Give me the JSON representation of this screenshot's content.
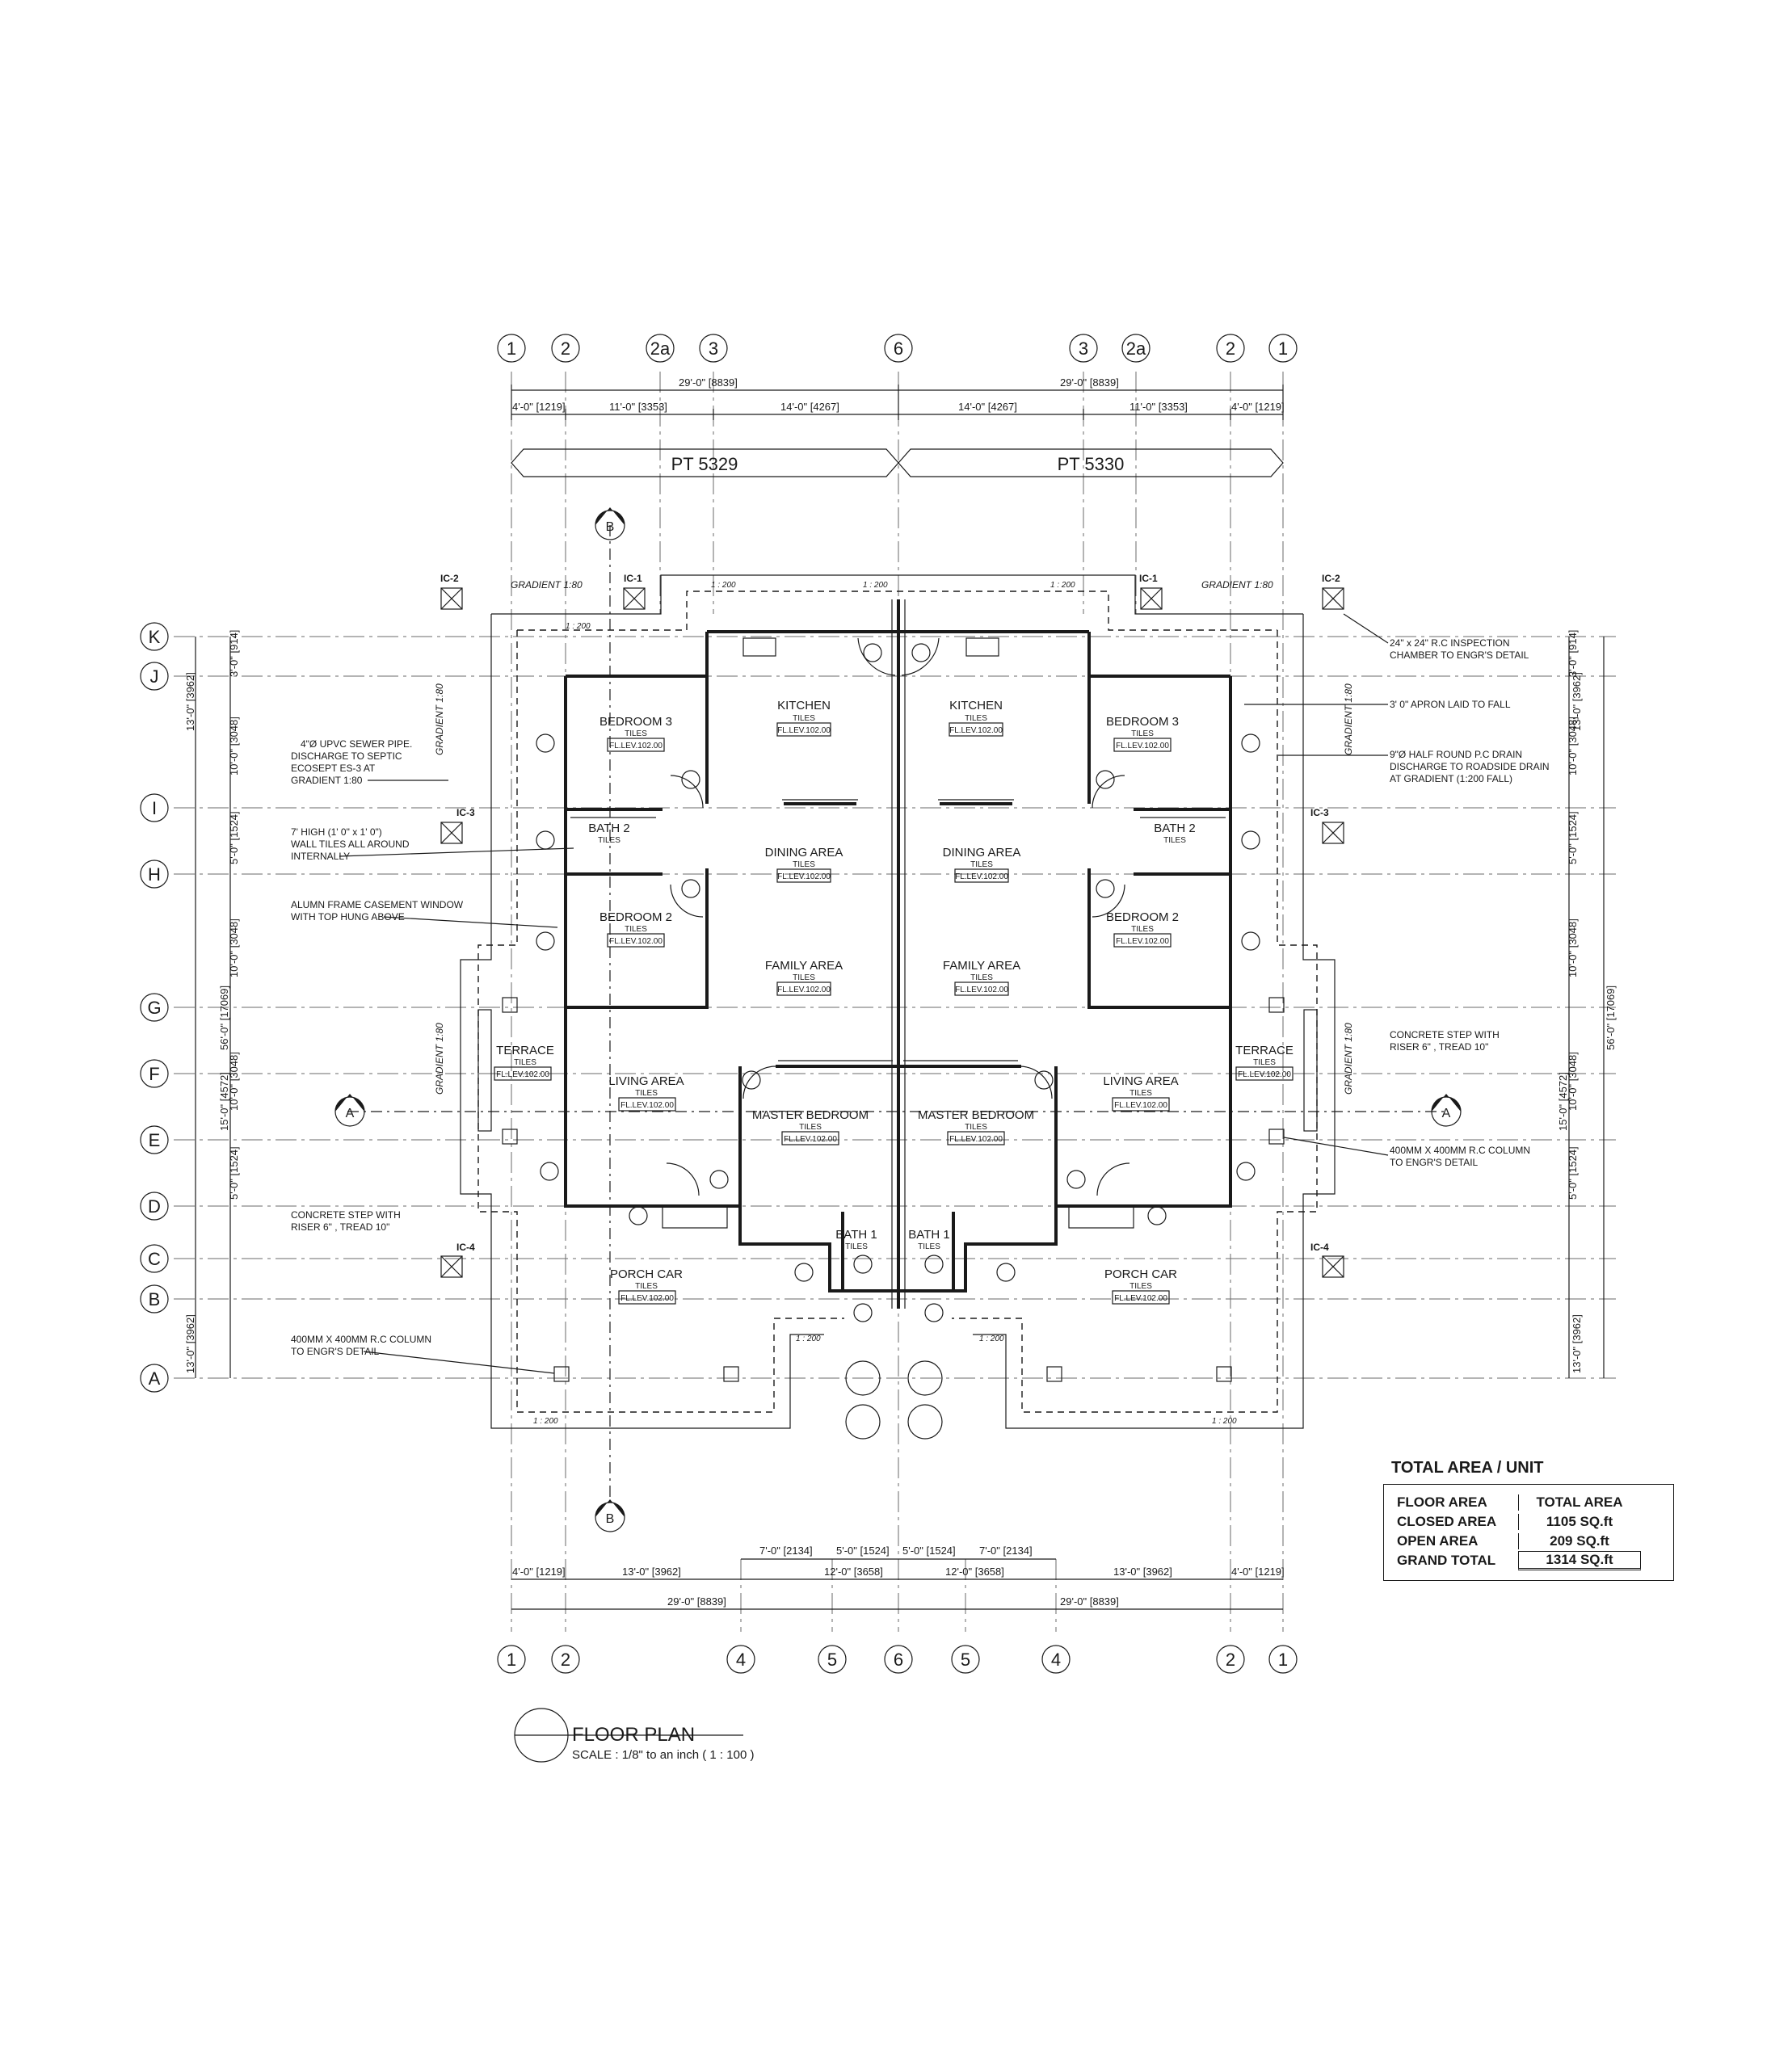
{
  "plan": {
    "title": "FLOOR PLAN",
    "scale": "SCALE : 1/8\" to an inch ( 1 : 100 )"
  },
  "lots": {
    "left": "PT 5329",
    "right": "PT 5330"
  },
  "grid": {
    "top_columns": [
      "1",
      "2",
      "2a",
      "3",
      "6",
      "3",
      "2a",
      "2",
      "1"
    ],
    "bottom_columns": [
      "1",
      "2",
      "4",
      "5",
      "6",
      "5",
      "4",
      "2",
      "1"
    ],
    "rows": [
      "K",
      "J",
      "I",
      "H",
      "G",
      "F",
      "E",
      "D",
      "C",
      "B",
      "A"
    ],
    "section_markers": [
      "A",
      "A",
      "B",
      "B"
    ]
  },
  "dimensions": {
    "top_overall": [
      "29'-0\" [8839]",
      "29'-0\" [8839]"
    ],
    "top_segments": [
      "4'-0\" [1219]",
      "11'-0\" [3353]",
      "14'-0\" [4267]",
      "14'-0\" [4267]",
      "11'-0\" [3353]",
      "4'-0\" [1219]"
    ],
    "bottom_upper": [
      "7'-0\" [2134]",
      "5'-0\" [1524]",
      "5'-0\" [1524]",
      "7'-0\" [2134]"
    ],
    "bottom_segments": [
      "4'-0\" [1219]",
      "13'-0\" [3962]",
      "12'-0\" [3658]",
      "12'-0\" [3658]",
      "13'-0\" [3962]",
      "4'-0\" [1219]"
    ],
    "bottom_overall": [
      "29'-0\" [8839]",
      "29'-0\" [8839]"
    ],
    "left_outer": [
      "13'-0\" [3962]",
      "56'-0\" [17069]",
      "13'-0\" [3962]"
    ],
    "left_inner": [
      "3'-0\" [914]",
      "10'-0\" [3048]",
      "5'-0\" [1524]",
      "10'-0\" [3048]",
      "15'-0\" [4572]",
      "10'-0\" [3048]",
      "5'-0\" [1524]"
    ],
    "right_outer": [
      "13'-0\" [3962]",
      "56'-0\" [17069]",
      "13'-0\" [3962]"
    ],
    "right_inner": [
      "3'-0\" [914]",
      "10'-0\" [3048]",
      "5'-0\" [1524]",
      "10'-0\" [3048]",
      "15'-0\" [4572]",
      "10'-0\" [3048]",
      "5'-0\" [1524]"
    ]
  },
  "rooms": {
    "kitchen": "KITCHEN",
    "bedroom3": "BEDROOM 3",
    "bath2": "BATH 2",
    "dining": "DINING AREA",
    "bedroom2": "BEDROOM 2",
    "family": "FAMILY AREA",
    "terrace": "TERRACE",
    "living": "LIVING AREA",
    "master": "MASTER BEDROOM",
    "bath1": "BATH 1",
    "porch": "PORCH CAR",
    "tiles": "TILES",
    "level": "FL.LEV.102.00"
  },
  "chambers": [
    "IC-1",
    "IC-2",
    "IC-3",
    "IC-4"
  ],
  "gradients": [
    "GRADIENT 1:80",
    "GRADIENT 1:80",
    "GRADIENT 1:80",
    "GRADIENT 1:80",
    "GRADIENT 1:80",
    "GRADIENT 1:80"
  ],
  "drain_labels": [
    "1 : 200",
    "1 : 200",
    "1 : 200",
    "1 : 200",
    "1 : 200",
    "1 : 200",
    "1 : 200",
    "1 : 200"
  ],
  "notes": {
    "sewer": [
      "4\"Ø UPVC SEWER PIPE.",
      "DISCHARGE TO SEPTIC",
      "ECOSEPT ES-3 AT",
      "GRADIENT 1:80"
    ],
    "wall_tiles": [
      "7' HIGH (1' 0\" x 1' 0\")",
      "WALL TILES ALL AROUND",
      "INTERNALLY"
    ],
    "window": [
      "ALUMN FRAME CASEMENT WINDOW",
      "WITH TOP HUNG ABOVE"
    ],
    "step_left": [
      "CONCRETE STEP WITH",
      "RISER 6\" , TREAD 10\""
    ],
    "column_left": [
      "400MM X 400MM R.C COLUMN",
      "TO ENGR'S DETAIL"
    ],
    "inspection": [
      "24\" x 24\" R.C INSPECTION",
      "CHAMBER TO ENGR'S DETAIL"
    ],
    "apron": [
      "3' 0\" APRON LAID TO FALL"
    ],
    "drain": [
      "9\"Ø HALF ROUND P.C DRAIN",
      "DISCHARGE TO ROADSIDE DRAIN",
      "AT GRADIENT (1:200 FALL)"
    ],
    "step_right": [
      "CONCRETE STEP WITH",
      "RISER 6\" , TREAD 10\""
    ],
    "column_right": [
      "400MM X 400MM R.C COLUMN",
      "TO ENGR'S DETAIL"
    ]
  },
  "area_table": {
    "title": "TOTAL AREA / UNIT",
    "header": [
      "FLOOR AREA",
      "TOTAL AREA"
    ],
    "rows": [
      [
        "CLOSED AREA",
        "1105 SQ.ft"
      ],
      [
        "OPEN AREA",
        "209 SQ.ft"
      ]
    ],
    "grand": [
      "GRAND TOTAL",
      "1314 SQ.ft"
    ]
  },
  "colors": {
    "ink": "#1a1a1a",
    "paper": "#ffffff",
    "grid": "#6a6a6a"
  }
}
